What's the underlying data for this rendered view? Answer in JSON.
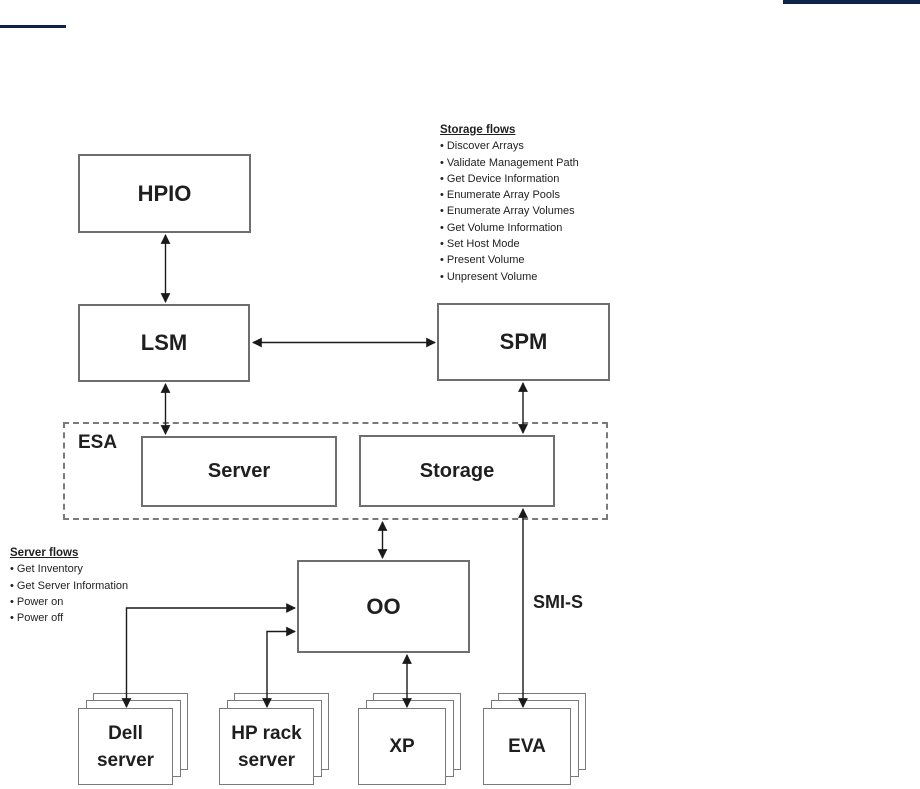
{
  "header": {
    "left_rule_color": "#0b2447",
    "right_bar_color": "#0b2447"
  },
  "diagram": {
    "boxes": {
      "hpio": "HPIO",
      "lsm": "LSM",
      "spm": "SPM",
      "esa": "ESA",
      "server": "Server",
      "storage": "Storage",
      "oo": "OO"
    },
    "stacks": {
      "dell": {
        "line1": "Dell",
        "line2": "server"
      },
      "hp_rack": {
        "line1": "HP rack",
        "line2": "server"
      },
      "xp": {
        "line1": "XP"
      },
      "eva": {
        "line1": "EVA"
      }
    },
    "storage_flows": {
      "title": "Storage flows",
      "items": [
        "Discover Arrays",
        "Validate Management Path",
        "Get Device Information",
        "Enumerate Array Pools",
        "Enumerate Array Volumes",
        "Get Volume Information",
        "Set Host Mode",
        "Present Volume",
        "Unpresent Volume"
      ]
    },
    "server_flows": {
      "title": "Server flows",
      "items": [
        "Get Inventory",
        "Get Server Information",
        "Power on",
        "Power off"
      ]
    },
    "labels": {
      "smi_s": "SMI-S"
    },
    "line_color": "#1a1a1a",
    "box_border_color": "#6e6e6e"
  }
}
